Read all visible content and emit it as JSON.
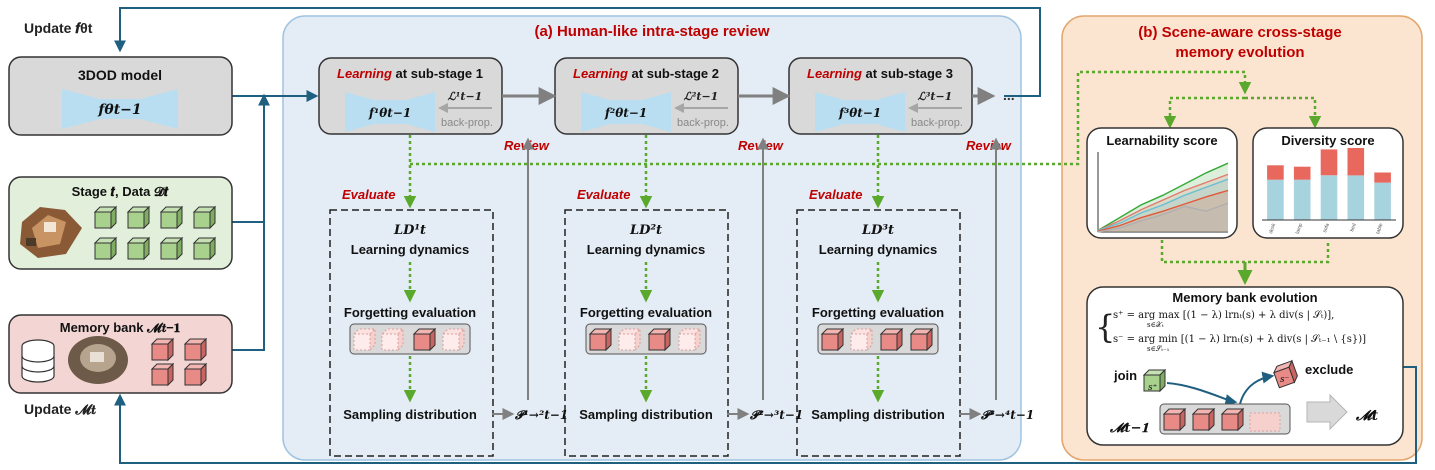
{
  "left": {
    "update_f": "Update 𝒇θt",
    "model_title": "3DOD model",
    "model_func": "𝒇θt−1",
    "stage_title": "Stage 𝒕,  Data 𝓓𝒕",
    "memory_title": "Memory bank 𝓜𝒕−𝟏",
    "update_m": "Update 𝓜𝒕"
  },
  "panel_a": {
    "title": "(a) Human-like intra-stage review",
    "substages": [
      {
        "learning": "Learning",
        "rest": " at sub-stage 1",
        "func": "𝒇¹θt−1",
        "loss": "ℒ¹t−1",
        "backprop": "back-prop.",
        "ld": "LD¹t",
        "prob": "𝓟¹→²t−1"
      },
      {
        "learning": "Learning",
        "rest": " at sub-stage 2",
        "func": "𝒇²θt−1",
        "loss": "ℒ²t−1",
        "backprop": "back-prop.",
        "ld": "LD²t",
        "prob": "𝓟²→³t−1"
      },
      {
        "learning": "Learning",
        "rest": " at sub-stage 3",
        "func": "𝒇³θt−1",
        "loss": "ℒ³t−1",
        "backprop": "back-prop.",
        "ld": "LD³t",
        "prob": "𝓟³→⁴t−1"
      }
    ],
    "ellipsis": "...",
    "review": "Review",
    "evaluate": "Evaluate",
    "ld_label": "Learning dynamics",
    "forget": "Forgetting evaluation",
    "sampling": "Sampling distribution"
  },
  "panel_b": {
    "title_line1": "(b) Scene-aware cross-stage",
    "title_line2": "memory evolution",
    "learnability": "Learnability score",
    "diversity": "Diversity score",
    "div_ticks": [
      "desk",
      "lamp",
      "sofa",
      "bed",
      "table"
    ],
    "evolution_title": "Memory bank evolution",
    "eq1": "s⁺ = arg max [(1 − λ) lrnₜ(s) + λ div(s | 𝒮ₜ)],",
    "eq1_sub": "s∈𝒳ₜ",
    "eq2": "s⁻ = arg min [(1 − λ) lrnₜ(s) + λ div(s | 𝒮ₜ₋₁ \\ {s})]",
    "eq2_sub": "s∈𝒮ₜ₋₁",
    "join": "join",
    "exclude": "exclude",
    "s_plus": "s⁺",
    "s_minus": "s⁻",
    "m_prev": "𝓜𝒕−𝟏",
    "m_new": "𝓜𝒕"
  },
  "colors": {
    "panel_a_fill": "#e4ecf5",
    "panel_a_border": "#9fc3e0",
    "panel_b_fill": "#fbe5d0",
    "panel_b_border": "#e3a56b",
    "title_red": "#c00000",
    "dotted_green": "#5aa82c",
    "flow_blue": "#1f5f80",
    "cube_green": "#a9d18e",
    "cube_red": "#e88a86",
    "trapezoid": "#b9def1"
  },
  "chart_data": [
    {
      "type": "line",
      "title": "Learnability score",
      "series": [
        {
          "color": "#3aa83a",
          "values": [
            0.02,
            0.18,
            0.34,
            0.46,
            0.6,
            0.74,
            0.86
          ]
        },
        {
          "color": "#e07a6f",
          "values": [
            0.02,
            0.14,
            0.28,
            0.4,
            0.52,
            0.62,
            0.72
          ]
        },
        {
          "color": "#6cc0d2",
          "values": [
            0.02,
            0.11,
            0.24,
            0.34,
            0.46,
            0.56,
            0.66
          ]
        },
        {
          "color": "#e05a3a",
          "values": [
            0.01,
            0.08,
            0.18,
            0.26,
            0.35,
            0.44,
            0.52
          ]
        },
        {
          "color": "#b0b0b0",
          "values": [
            0.0,
            0.05,
            0.14,
            0.22,
            0.32,
            0.26,
            0.36
          ]
        }
      ]
    },
    {
      "type": "bar",
      "title": "Diversity score",
      "categories": [
        "desk",
        "lamp",
        "sofa",
        "bed",
        "table"
      ],
      "series": [
        {
          "color": "#a7d3df",
          "values": [
            0.56,
            0.56,
            0.62,
            0.62,
            0.52
          ]
        },
        {
          "color": "#e8685e",
          "values": [
            0.2,
            0.18,
            0.36,
            0.38,
            0.14
          ]
        }
      ],
      "ylim": [
        0,
        1
      ]
    }
  ]
}
